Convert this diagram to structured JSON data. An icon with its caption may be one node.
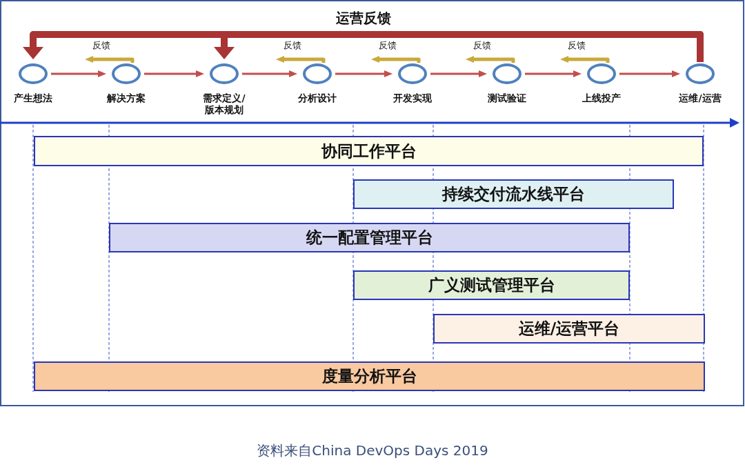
{
  "diagram": {
    "title": "运营反馈",
    "caption": "资料来自China DevOps Days 2019",
    "nodes": [
      {
        "text": [
          "产生想法"
        ]
      },
      {
        "text": [
          "解决方案"
        ]
      },
      {
        "text": [
          "需求定义/版本规划"
        ]
      },
      {
        "text": [
          "分析设计"
        ]
      },
      {
        "text": [
          "开发实现"
        ]
      },
      {
        "text": [
          "测试验证"
        ]
      },
      {
        "text": [
          "上线投产"
        ]
      },
      {
        "text": [
          "运维/运营"
        ]
      },
      {
        "text": [
          "协同工作平台"
        ]
      },
      {
        "text": [
          "持续交付流水线平台"
        ]
      },
      {
        "text": [
          "统一配置管理平台"
        ]
      },
      {
        "text": [
          "广义测试管理平台"
        ]
      },
      {
        "text": [
          "运维/运营平台"
        ]
      },
      {
        "text": [
          "度量分析平台"
        ]
      }
    ],
    "edges": [
      {
        "from": 0,
        "to": 1,
        "arrow": "to"
      },
      {
        "from": 1,
        "to": 2,
        "arrow": "to"
      },
      {
        "from": 2,
        "to": 3,
        "arrow": "to"
      },
      {
        "from": 3,
        "to": 4,
        "arrow": "to"
      },
      {
        "from": 4,
        "to": 5,
        "arrow": "to"
      },
      {
        "from": 5,
        "to": 6,
        "arrow": "to"
      },
      {
        "from": 6,
        "to": 7,
        "arrow": "to"
      },
      {
        "from": 1,
        "to": null,
        "arrow": "to",
        "label": "反馈",
        "color": "#c9a93a"
      },
      {
        "from": 3,
        "to": null,
        "arrow": "to",
        "label": "反馈",
        "color": "#c9a93a"
      },
      {
        "from": 4,
        "to": null,
        "arrow": "to",
        "label": "反馈",
        "color": "#c9a93a"
      },
      {
        "from": 5,
        "to": null,
        "arrow": "to",
        "label": "反馈",
        "color": "#c9a93a"
      },
      {
        "from": 6,
        "to": null,
        "arrow": "to",
        "label": "反馈",
        "color": "#c9a93a"
      },
      {
        "from": 7,
        "to": 0,
        "arrow": "to",
        "style": "thick",
        "color": "#a83434"
      },
      {
        "from": 7,
        "to": 2,
        "arrow": "to",
        "style": "thick",
        "color": "#a83434"
      }
    ]
  }
}
